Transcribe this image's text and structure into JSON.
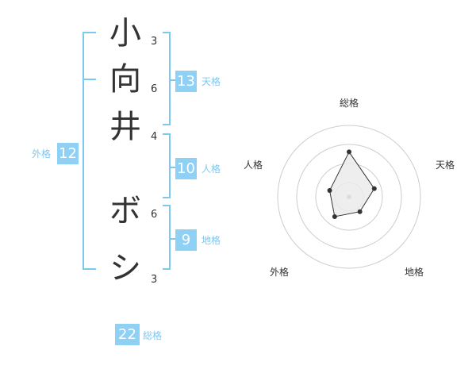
{
  "name": {
    "characters": [
      {
        "char": "小",
        "strokes": "3"
      },
      {
        "char": "向",
        "strokes": "6"
      },
      {
        "char": "井",
        "strokes": "4"
      },
      {
        "char": "ボ",
        "strokes": "6"
      },
      {
        "char": "シ",
        "strokes": "3"
      }
    ]
  },
  "scores": {
    "tenkaku": {
      "value": "13",
      "label": "天格"
    },
    "jinkaku": {
      "value": "10",
      "label": "人格"
    },
    "chikaku": {
      "value": "9",
      "label": "地格"
    },
    "gaikaku": {
      "value": "12",
      "label": "外格"
    },
    "soukaku": {
      "value": "22",
      "label": "総格"
    }
  },
  "chart_data": {
    "type": "radar",
    "axes": [
      "総格",
      "天格",
      "地格",
      "外格",
      "人格"
    ],
    "values": [
      22,
      13,
      9,
      12,
      10
    ],
    "colors": {
      "fill": "#ebebeb",
      "stroke": "#333333",
      "grid": "#cccccc"
    }
  },
  "colors": {
    "accent": "#8fd0f5",
    "line": "#7cc8f2",
    "text": "#333333"
  }
}
